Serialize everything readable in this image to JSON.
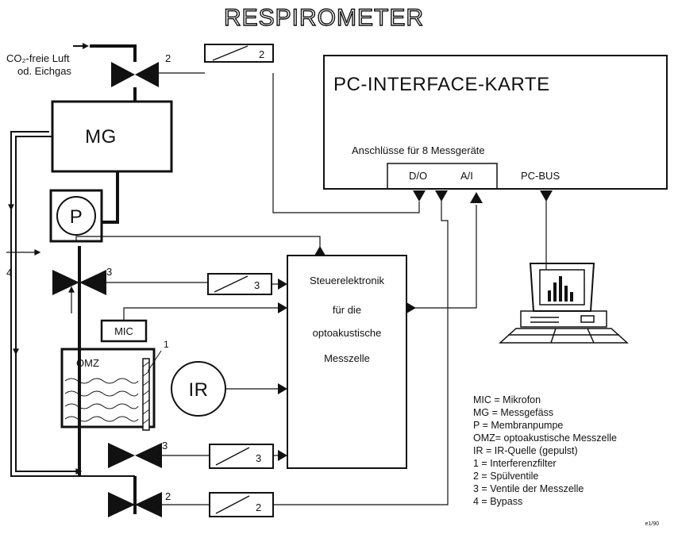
{
  "title": "RESPIROMETER",
  "inlet": {
    "line1": "CO₂-freie Luft",
    "line2": "od. Eichgas"
  },
  "boxes": {
    "mg": "MG",
    "pump": "P",
    "mic": "MIC",
    "omz": "OMZ",
    "ir": "IR",
    "filter_number": "1",
    "bypass_number": "4"
  },
  "interface": {
    "title": "PC-INTERFACE-KARTE",
    "ports_caption": "Anschlüsse für 8 Messgeräte",
    "port_do": "D/O",
    "port_ai": "A/I",
    "bus": "PC-BUS"
  },
  "control": {
    "line1": "Steuerelektronik",
    "line2": "für die",
    "line3": "optoakustische",
    "line4": "Messzelle"
  },
  "valve_labels": [
    "2",
    "3",
    "3",
    "2"
  ],
  "driver_labels": [
    "2",
    "3",
    "3",
    "2"
  ],
  "legend": [
    "MIC = Mikrofon",
    "MG  = Messgefäss",
    "P    = Membranpumpe",
    "OMZ= optoakustische Messzelle",
    "IR = IR-Quelle (gepulst)",
    "1   = Interferenzfilter",
    "2   = Spülventile",
    "3   = Ventile der Messzelle",
    "4   = Bypass"
  ],
  "footer": "e1/90"
}
